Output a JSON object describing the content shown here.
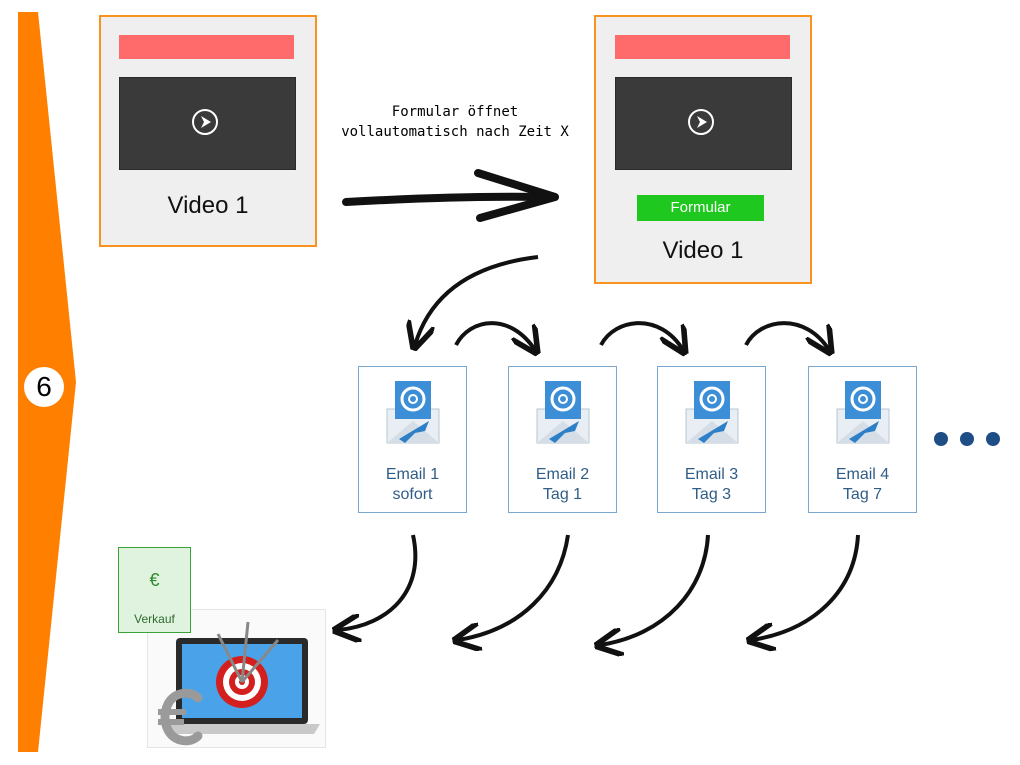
{
  "step": {
    "number": "6"
  },
  "video_left": {
    "label": "Video 1"
  },
  "video_right": {
    "label": "Video 1",
    "form_button": "Formular"
  },
  "annotation": {
    "line1": "Formular öffnet",
    "line2": "vollautomatisch nach Zeit X"
  },
  "emails": [
    {
      "title": "Email 1",
      "timing": "sofort"
    },
    {
      "title": "Email 2",
      "timing": "Tag 1"
    },
    {
      "title": "Email 3",
      "timing": "Tag 3"
    },
    {
      "title": "Email 4",
      "timing": "Tag 7"
    }
  ],
  "sale": {
    "currency": "€",
    "label": "Verkauf"
  },
  "colors": {
    "orange": "#f7931e",
    "red_bar": "#ff6b6b",
    "green": "#1ec81e",
    "email_blue": "#2f5d86",
    "dots": "#1f4e87"
  },
  "icons": [
    "play-icon",
    "email-icon",
    "target-laptop-icon",
    "euro-icon"
  ]
}
